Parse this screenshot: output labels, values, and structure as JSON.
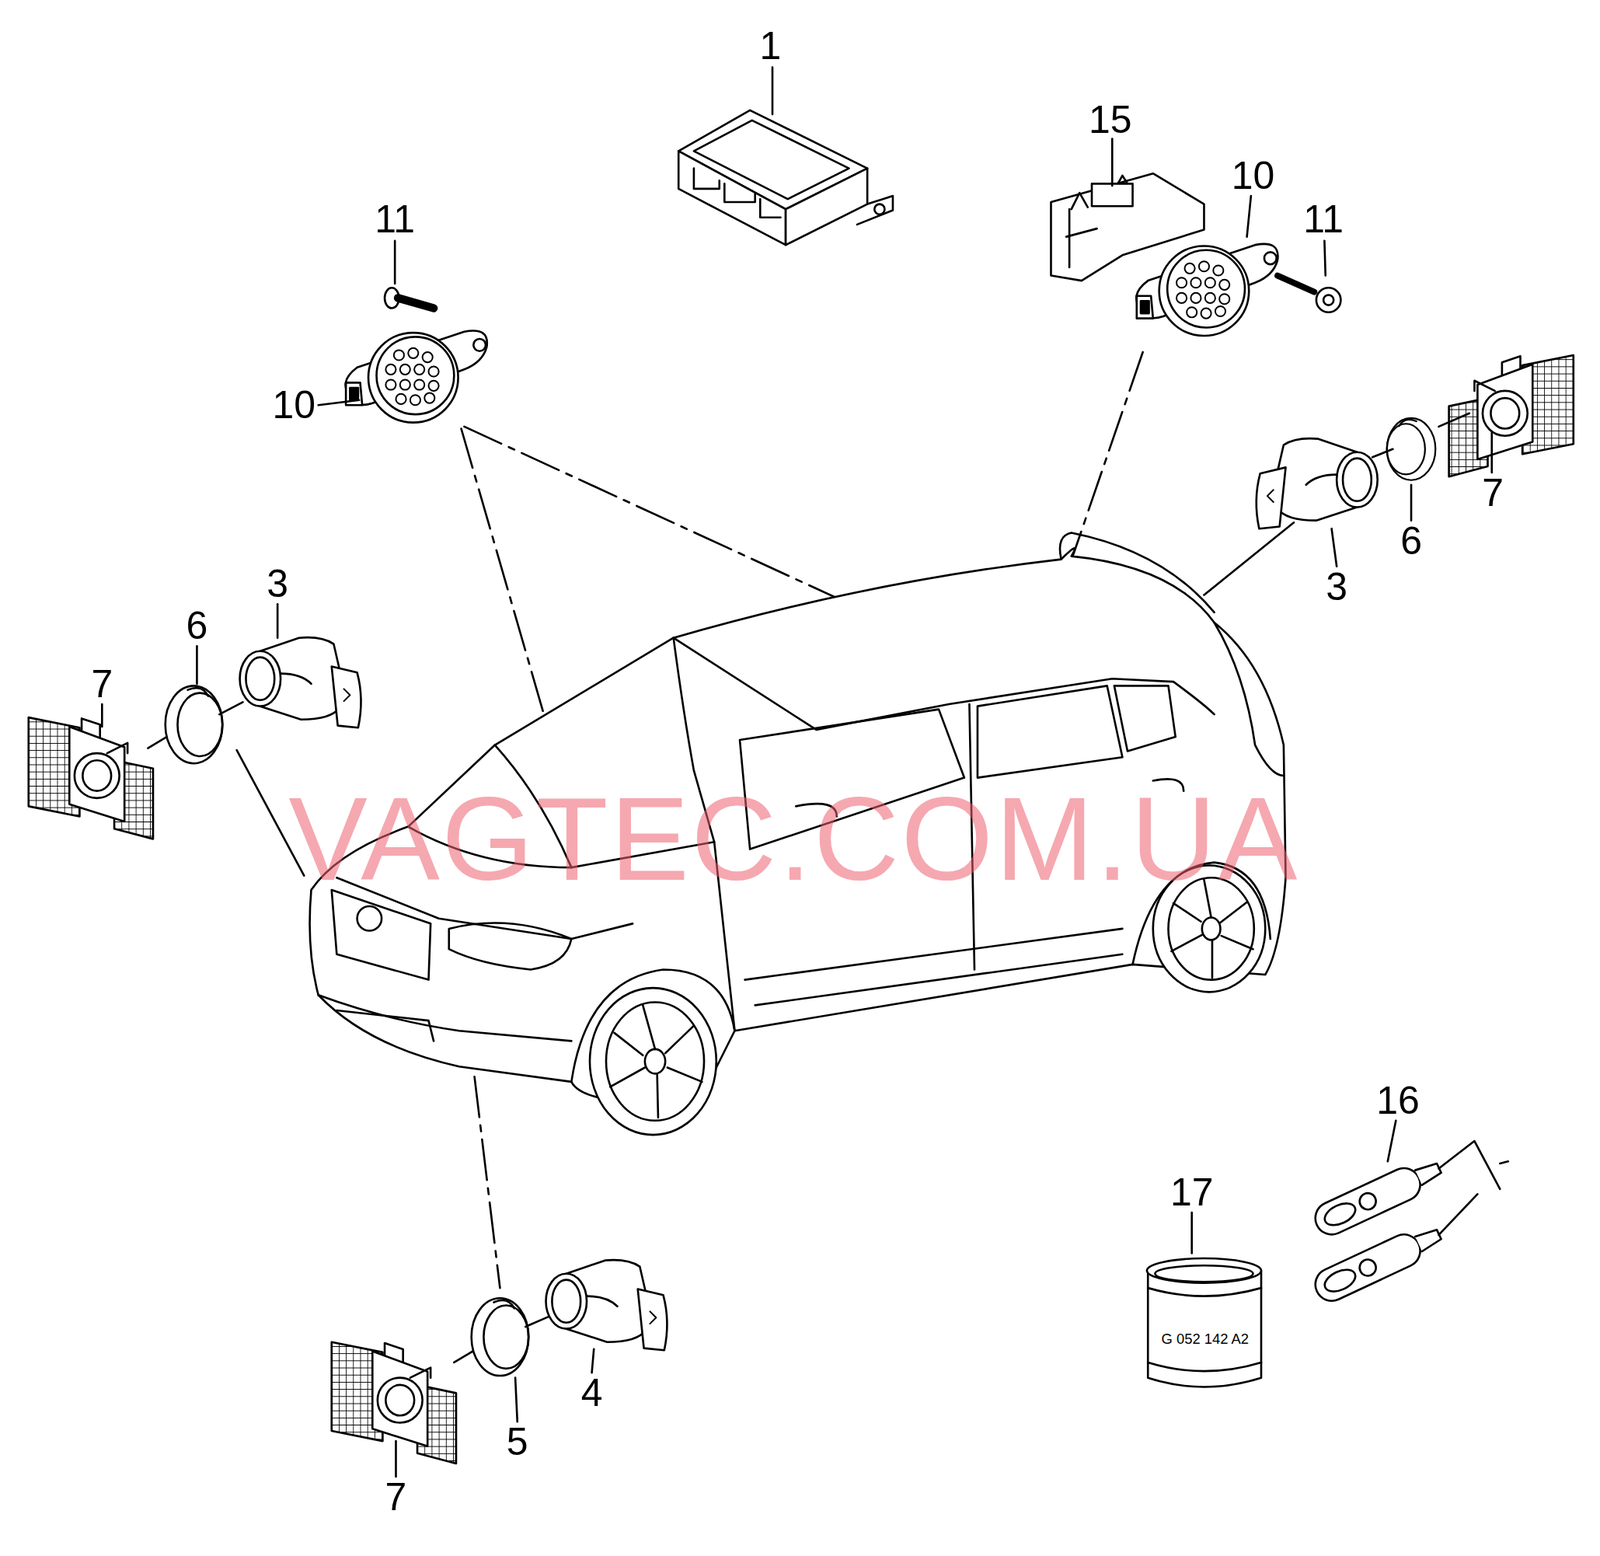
{
  "diagram": {
    "labels": [
      "1",
      "15",
      "10",
      "11",
      "11",
      "10",
      "7",
      "6",
      "3",
      "3",
      "6",
      "7",
      "VAGTEC.COM.UA",
      "16",
      "17",
      "G 052 142 A2",
      "4",
      "5",
      "7"
    ]
  }
}
